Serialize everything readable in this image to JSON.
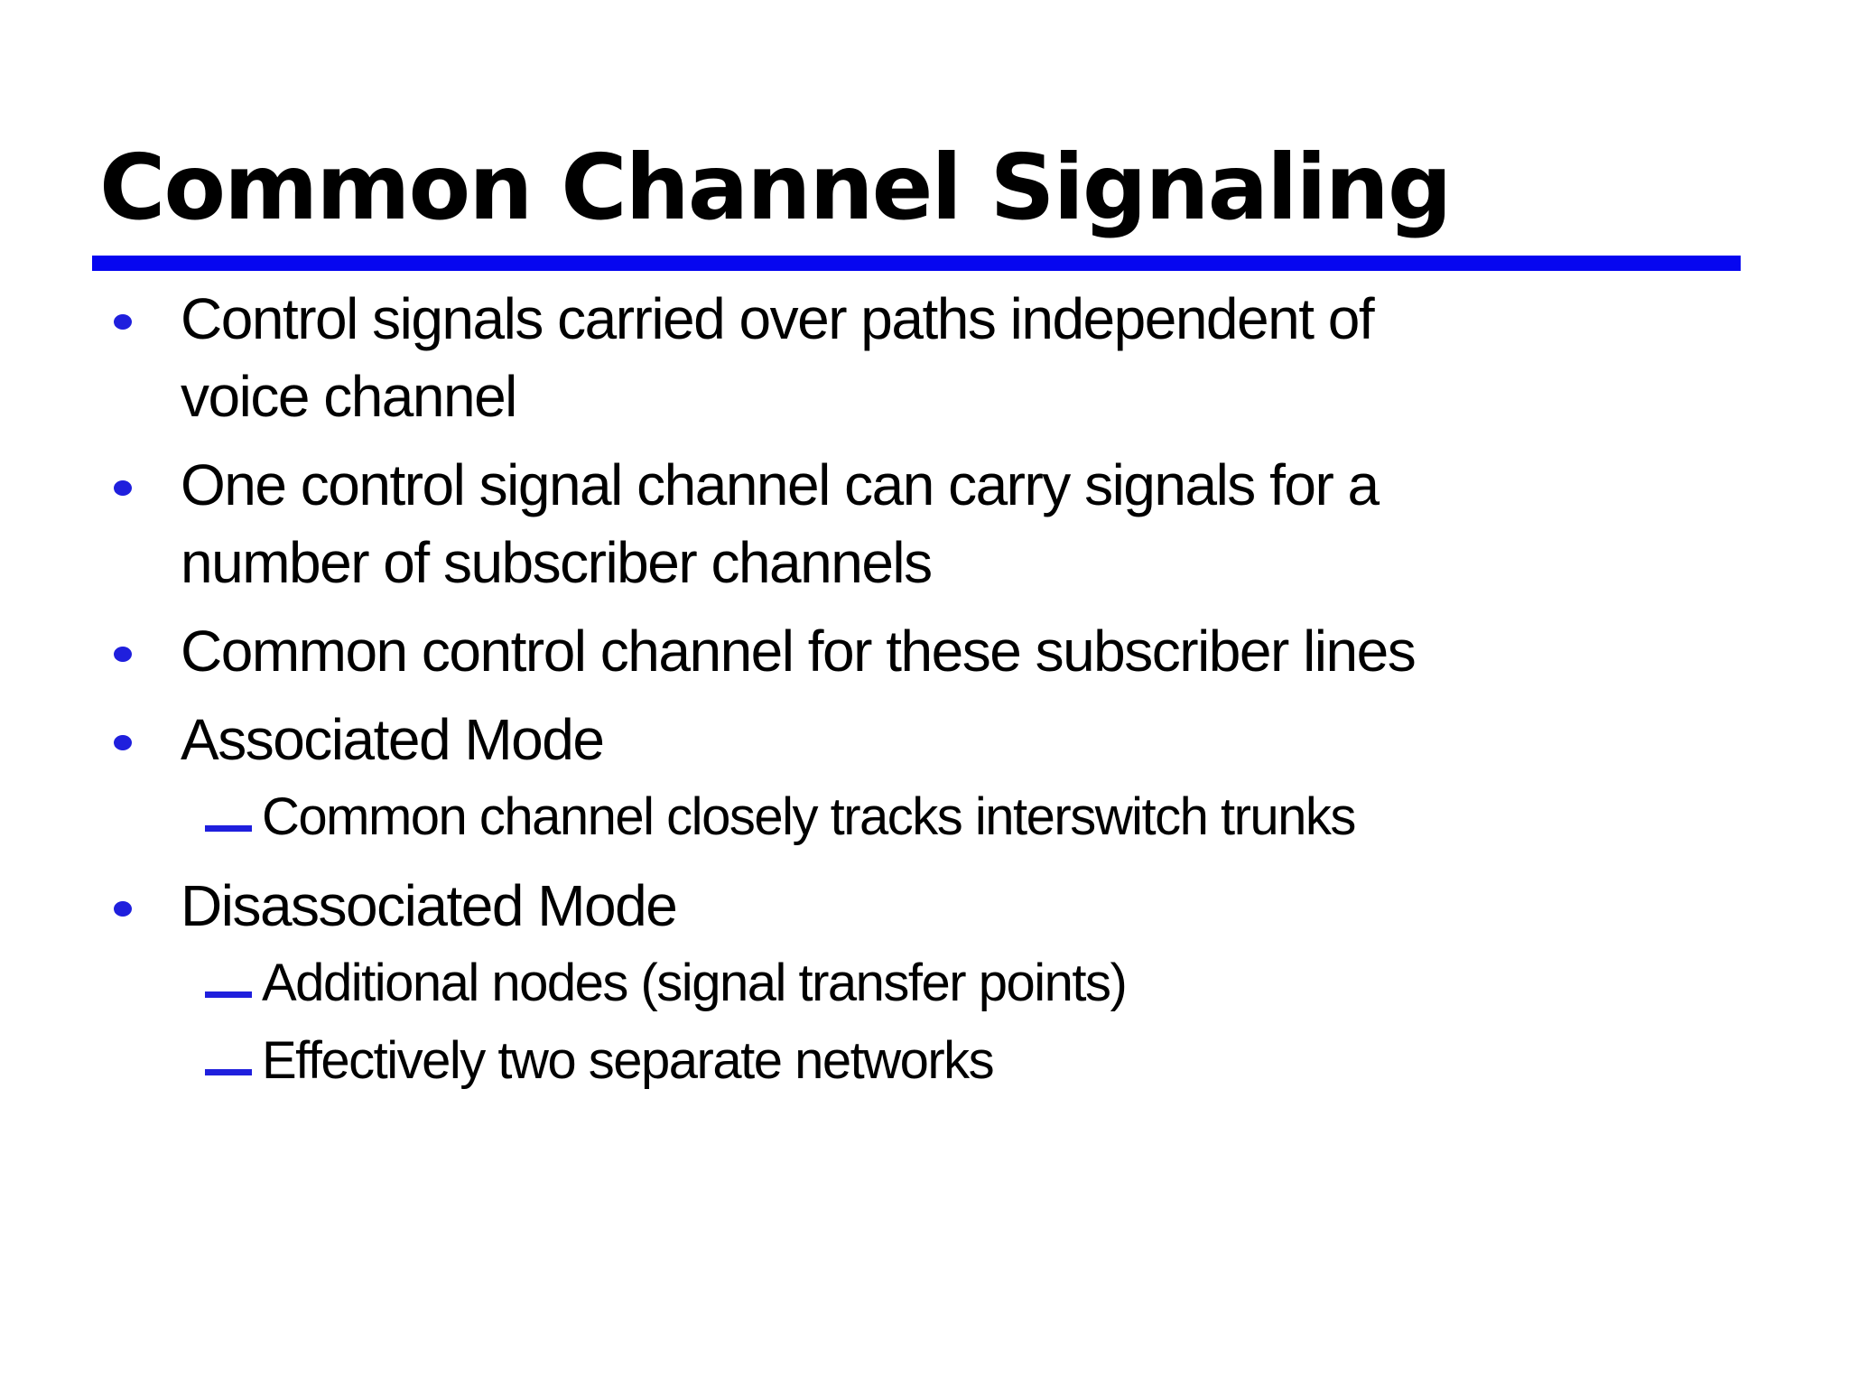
{
  "slide": {
    "title": "Common Channel Signaling",
    "colors": {
      "background": "#ffffff",
      "text": "#000000",
      "title_underline": "#0606f0",
      "marker_blue": "#1f1fdd"
    },
    "markers": {
      "level1": "dot",
      "level2": "em-dash"
    },
    "bullets": [
      {
        "level": 1,
        "lines": [
          "Control signals carried over paths independent of",
          "voice channel"
        ]
      },
      {
        "level": 1,
        "lines": [
          "One  control signal channel can carry signals for a",
          "number of subscriber channels"
        ]
      },
      {
        "level": 1,
        "lines": [
          "Common control channel for these subscriber lines"
        ]
      },
      {
        "level": 1,
        "lines": [
          "Associated Mode"
        ]
      },
      {
        "level": 2,
        "lines": [
          "Common channel closely tracks interswitch trunks"
        ]
      },
      {
        "level": 1,
        "lines": [
          "Disassociated Mode"
        ]
      },
      {
        "level": 2,
        "lines": [
          "Additional nodes (signal transfer points)"
        ]
      },
      {
        "level": 2,
        "lines": [
          "Effectively two separate networks"
        ]
      }
    ]
  }
}
